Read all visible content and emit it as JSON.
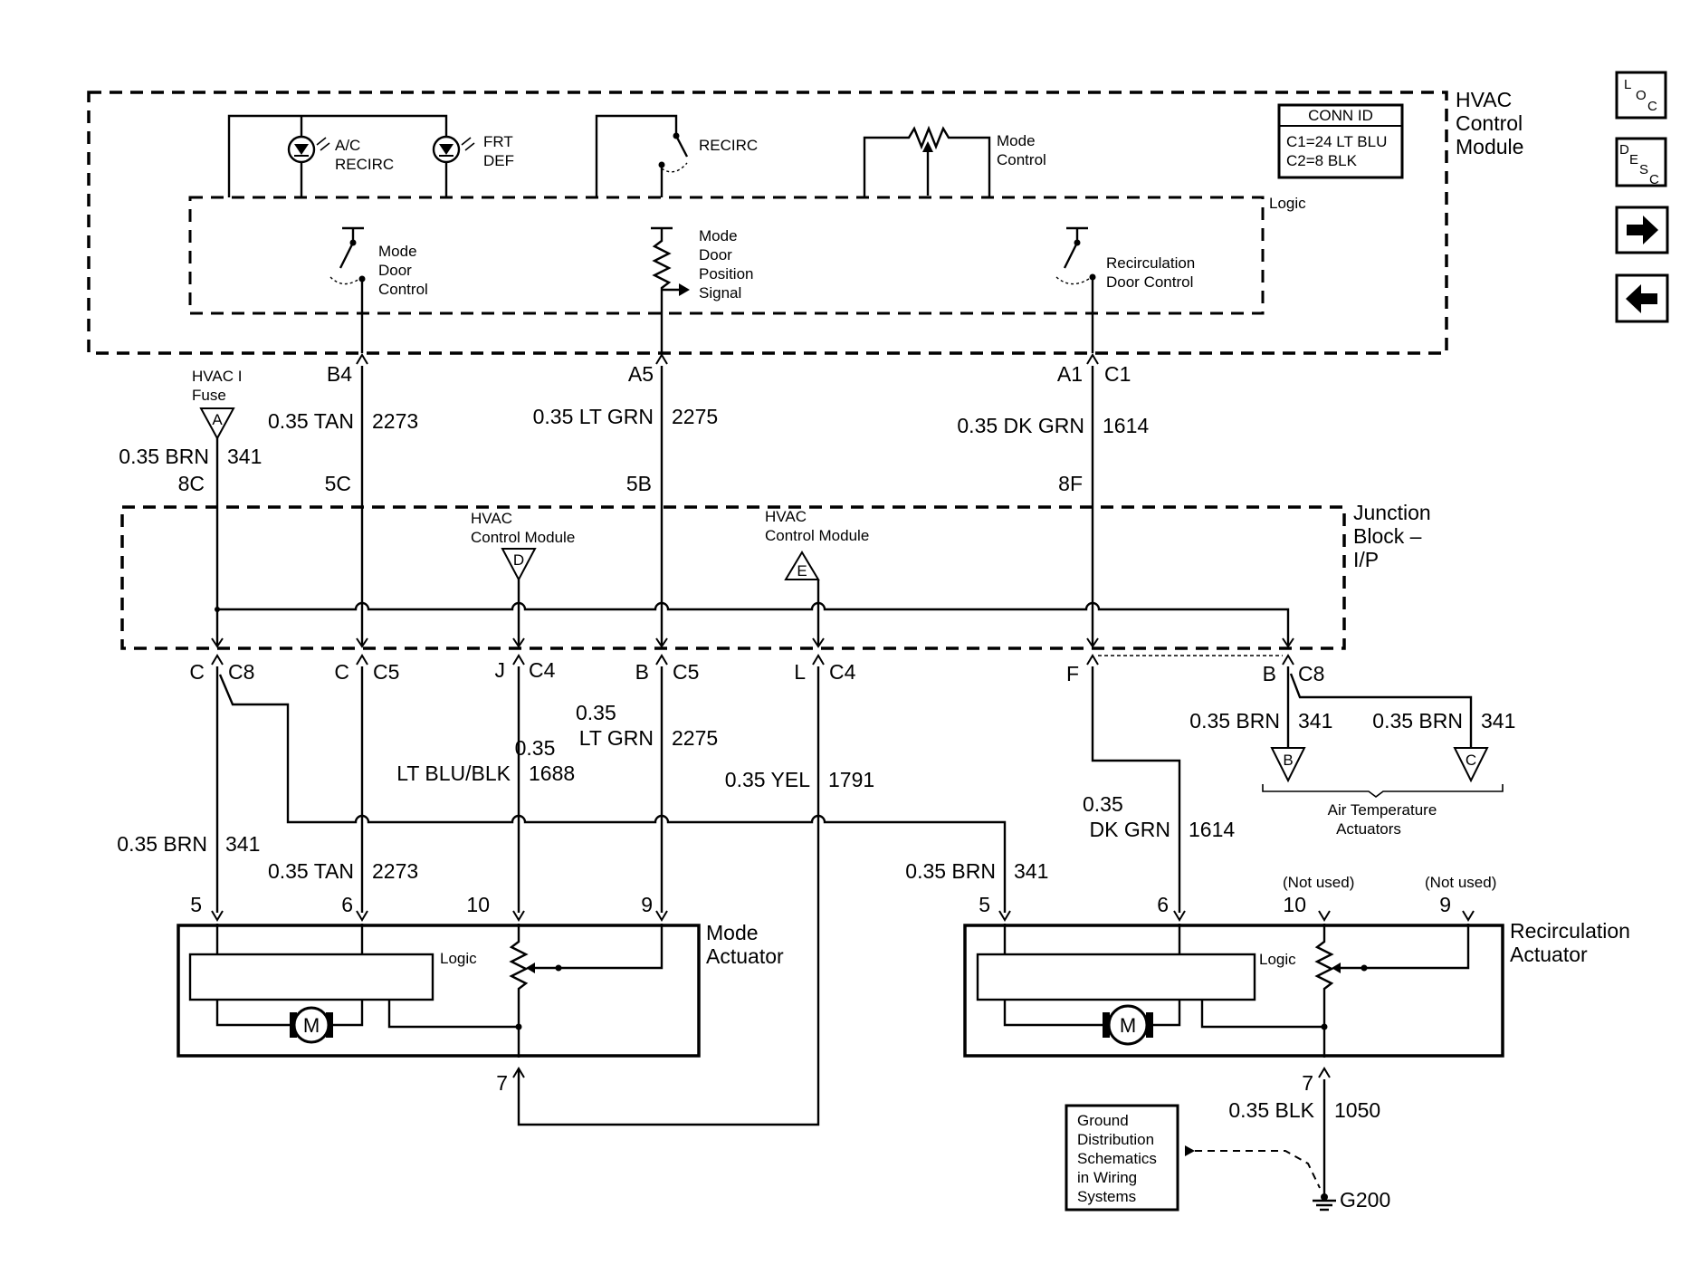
{
  "hvac_module": {
    "title_lines": [
      "HVAC",
      "Control",
      "Module"
    ],
    "ac_recirc_lines": [
      "A/C",
      "RECIRC"
    ],
    "frt_def_lines": [
      "FRT",
      "DEF"
    ],
    "recirc_switch": "RECIRC",
    "mode_control_lines": [
      "Mode",
      "Control"
    ],
    "conn_id": {
      "title": "CONN ID",
      "c1": "C1=24 LT BLU",
      "c2": "C2=8 BLK"
    },
    "logic": "Logic",
    "mode_door_control_lines": [
      "Mode",
      "Door",
      "Control"
    ],
    "mode_door_position_lines": [
      "Mode",
      "Door",
      "Position",
      "Signal"
    ],
    "recirc_door_control_lines": [
      "Recirculation",
      "Door Control"
    ]
  },
  "pins_top": {
    "b4": "B4",
    "a5": "A5",
    "a1": "A1",
    "c1": "C1"
  },
  "fuse_label_lines": [
    "HVAC I",
    "Fuse"
  ],
  "wires_upper": {
    "brn": "0.35 BRN",
    "brn_num": "341",
    "tan": "0.35 TAN",
    "tan_num": "2273",
    "ltgrn": "0.35 LT GRN",
    "ltgrn_num": "2275",
    "dkgrn": "0.35 DK GRN",
    "dkgrn_num": "1614"
  },
  "jb_top_pins": {
    "p8c": "8C",
    "p5c": "5C",
    "p5b": "5B",
    "p8f": "8F"
  },
  "junction_block": {
    "title_lines": [
      "Junction",
      "Block –",
      "I/P"
    ],
    "hvac_d_lines": [
      "HVAC",
      "Control Module"
    ],
    "hvac_e_lines": [
      "HVAC",
      "Control Module"
    ]
  },
  "jb_bottom_pins": {
    "c_c8": "C",
    "c8": "C8",
    "c_c5": "C",
    "c5a": "C5",
    "j": "J",
    "c4a": "C4",
    "b": "B",
    "c5b": "C5",
    "l": "L",
    "c4b": "C4",
    "f": "F",
    "b2": "B",
    "c8b": "C8"
  },
  "wires_lower": {
    "ltblublk_lines": [
      "0.35",
      "LT BLU/BLK"
    ],
    "ltblublk_num": "1688",
    "ltgrn_lines": [
      "0.35",
      "LT GRN"
    ],
    "ltgrn_num": "2275",
    "yel": "0.35 YEL",
    "yel_num": "1791",
    "brn_left": "0.35 BRN",
    "brn_left_num": "341",
    "tan": "0.35 TAN",
    "tan_num": "2273",
    "brn_right": "0.35 BRN",
    "brn_right_num": "341",
    "dkgrn_lines": [
      "0.35",
      "DK GRN"
    ],
    "dkgrn_num": "1614",
    "brn_at_b": "0.35 BRN",
    "brn_at_b_num": "341",
    "brn_at_c": "0.35 BRN",
    "brn_at_c_num": "341",
    "blk": "0.35 BLK",
    "blk_num": "1050"
  },
  "air_temp_lines": [
    "Air Temperature",
    "Actuators"
  ],
  "mode_actuator": {
    "title_lines": [
      "Mode",
      "Actuator"
    ],
    "logic": "Logic",
    "motor": "M",
    "pin5": "5",
    "pin6": "6",
    "pin10": "10",
    "pin9": "9",
    "pin7": "7"
  },
  "recirc_actuator": {
    "title_lines": [
      "Recirculation",
      "Actuator"
    ],
    "logic": "Logic",
    "motor": "M",
    "pin5": "5",
    "pin6": "6",
    "pin10": "10",
    "pin9": "9",
    "pin7": "7",
    "not_used": "(Not used)"
  },
  "ground_box_lines": [
    "Ground",
    "Distribution",
    "Schematics",
    "in Wiring",
    "Systems"
  ],
  "ground_label": "G200",
  "nav": {
    "loc": {
      "l1": "L",
      "l2": "O",
      "l3": "C"
    },
    "desc": {
      "l1": "D",
      "l2": "E",
      "l3": "S",
      "l4": "C"
    },
    "next_icon": "arrow-right",
    "prev_icon": "arrow-left"
  }
}
